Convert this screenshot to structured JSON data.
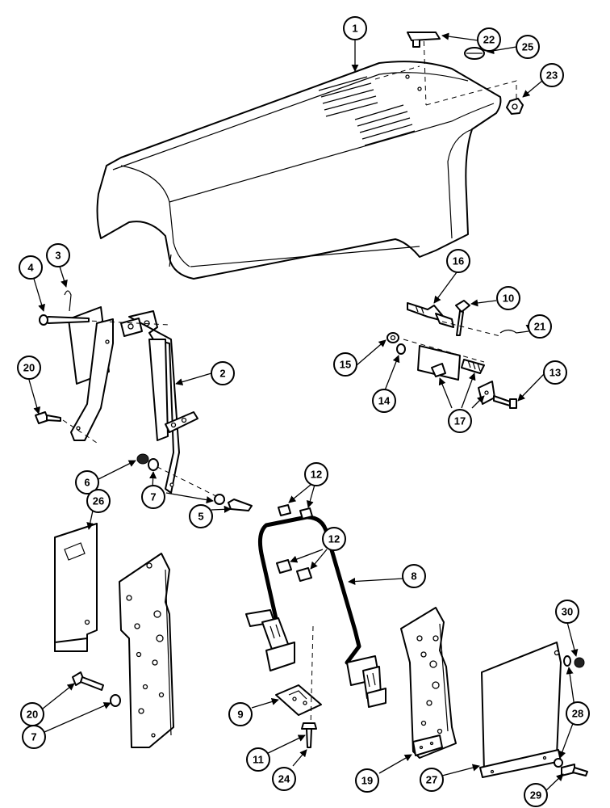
{
  "callouts": [
    "1",
    "22",
    "25",
    "23",
    "4",
    "3",
    "16",
    "10",
    "21",
    "15",
    "14",
    "13",
    "17",
    "20",
    "2",
    "6",
    "7",
    "5",
    "12",
    "12",
    "26",
    "8",
    "30",
    "28",
    "20",
    "7",
    "9",
    "11",
    "24",
    "19",
    "27",
    "29"
  ]
}
